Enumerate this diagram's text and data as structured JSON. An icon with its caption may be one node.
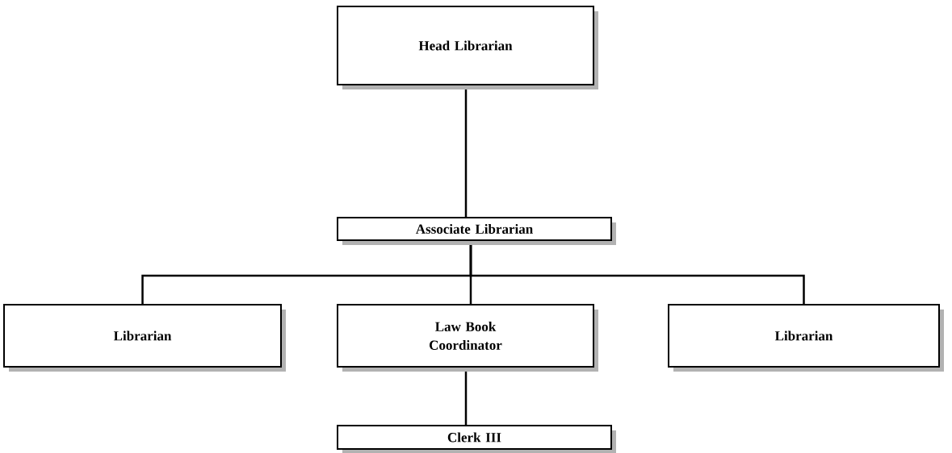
{
  "diagram": {
    "nodes": [
      {
        "text": [
          "Head Librarian"
        ]
      },
      {
        "text": [
          "Associate Librarian"
        ]
      },
      {
        "text": [
          "Librarian"
        ]
      },
      {
        "text": [
          "Law Book Coordinator"
        ]
      },
      {
        "text": [
          "Librarian"
        ]
      },
      {
        "text": [
          "Clerk III"
        ]
      }
    ],
    "edges": [
      {
        "from": 0,
        "to": 1,
        "arrow": "none"
      },
      {
        "from": 1,
        "to": 2,
        "arrow": "none"
      },
      {
        "from": 1,
        "to": 3,
        "arrow": "none"
      },
      {
        "from": 1,
        "to": 4,
        "arrow": "none"
      },
      {
        "from": 3,
        "to": 5,
        "arrow": "none"
      }
    ]
  }
}
